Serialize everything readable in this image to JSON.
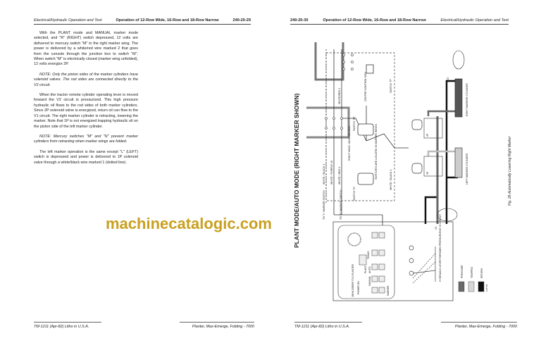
{
  "left_page": {
    "header": {
      "section": "Electrical/Hydraulic Operation and Test",
      "title": "Operation of 12-Row Wide, 16-Row and 18-Row Narrow",
      "page_number": "240-20-29"
    },
    "paragraphs": [
      {
        "text": "With the PLANT mode and MANUAL marker mode selected, and \"R\" (RIGHT) switch depressed, 12 volts are delivered to mercury switch \"M\" in the right marker wing. The power is delivered by a white/red wire marked 2 that goes from the console through the junction box to switch \"M\". When switch \"M\" is electrically closed (marker wing unfolded), 12 volts energize 2P."
      },
      {
        "text": "NOTE: Only the piston sides of the marker cylinders have solenoid valves. The rod sides are connected directly to the V2 circuit."
      },
      {
        "text": "When the tractor remote cylinder operating lever is moved forward the V2 circuit is pressurized. This high pressure hydraulic oil flows to the rod sides of both marker cylinders. Since 2P solenoid valve is energized, return oil can flow to the V1 circuit. The right marker cylinder is retracting, lowering the marker. Note that 1P is not energized trapping hydraulic oil on the piston side of the left marker cylinder."
      },
      {
        "text": "NOTE: Mercury switches \"M\" and \"N\" prevent marker cylinders from retracting when marker wings are folded."
      },
      {
        "text": "The left marker operation is the same except \"L\" (LEFT) switch is depressed and power is delivered to 1P solenoid valve through a white/black wire marked 1 (dotted line)."
      }
    ],
    "footer": {
      "left": "TM-1211 (Apr-82) Litho in U.S.A.",
      "right": "Planter, Max-Emerge, Folding  - 7000"
    }
  },
  "right_page": {
    "header": {
      "page_number": "240-20-30",
      "title": "Operation of 12-Row Wide, 16-Row and 18-Row Narrow",
      "section": "Electrical/Hydraulic Operation and Test"
    },
    "diagram": {
      "title": "PLANT MODE/AUTO MODE (RIGHT MARKER SHOWN)",
      "labels": {
        "center_control_box": "CENTER CONTROL BOX",
        "white_red_2": "WHITE/RED 2",
        "switch_p": "SWITCH \"P\"",
        "switch_m": "SWITCH \"M\"",
        "switch_n": "SWITCH \"N\"",
        "junction_box": "RIGHT WING JUNCTION BOX",
        "switches_located": "SWITCHES ARE LOCATED IN MARKER WINGS",
        "white_black_1": "WHITE / BLACK 1",
        "wire_wb1": "WHITE / BLACK 1",
        "wire_wp16": "WHITE / PURPLE 16",
        "wire_wr2": "WHITE / RED 2",
        "to_l_switch": "TO \"L\" MARKER SWITCH",
        "to_n_switch": "TO \"N\" MARKER SWITCH",
        "right_cylinder": "RIGHT MARKER CYLINDER",
        "left_cylinder": "LEFT MARKER CYLINDER",
        "v1": "V1",
        "v2": "V2",
        "p1": "1P",
        "p2": "2P",
        "console_brand": "JOHN DEERE 7000 PLANTER",
        "power_on": "POWER ON",
        "plant": "PLANT",
        "trans": "TRANS",
        "manual": "MANUAL",
        "auto": "AUTO",
        "marker": "MARKER",
        "lever_note": "HYDRAULIC LEVER FORWARD PRESSURIZING V2 CIRCUIT",
        "legend_pressure": "PRESSURE",
        "legend_trapped": "TRAPPED",
        "legend_return": "RETURN",
        "ref": "A35759"
      },
      "legend_colors": {
        "pressure": "#6a6a6a",
        "trapped": "#d8d8d8",
        "return": "#111111"
      },
      "caption": "Fig. 26-Automatically Lowering Right Marker"
    },
    "footer": {
      "left": "TM-1211 (Apr-82) Litho in U.S.A.",
      "right": "Planter, Max-Emerge, Folding  - 7000"
    }
  },
  "watermark": "machinecatalogic.com"
}
